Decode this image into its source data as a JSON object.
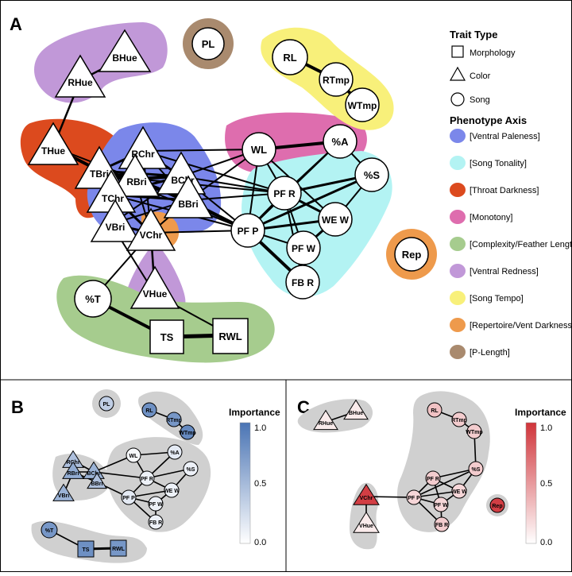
{
  "panels": {
    "a_label": "A",
    "b_label": "B",
    "c_label": "C"
  },
  "legend": {
    "trait_type_title": "Trait Type",
    "trait_types": [
      {
        "shape": "square",
        "label": "Morphology"
      },
      {
        "shape": "triangle",
        "label": "Color"
      },
      {
        "shape": "circle",
        "label": "Song"
      }
    ],
    "axis_title": "Phenotype Axis",
    "axes": [
      {
        "label": "[Ventral Paleness]",
        "color": "#7b87ea"
      },
      {
        "label": "[Song Tonality]",
        "color": "#b3f3f3"
      },
      {
        "label": "[Throat Darkness]",
        "color": "#dc4a1e"
      },
      {
        "label": "[Monotony]",
        "color": "#de6dae"
      },
      {
        "label": "[Complexity/Feather Length]",
        "color": "#a6cc8e"
      },
      {
        "label": "[Ventral Redness]",
        "color": "#c198d8"
      },
      {
        "label": "[Song Tempo]",
        "color": "#f8f07a"
      },
      {
        "label": "[Repertoire/Vent Darkness]",
        "color": "#ee9a4c"
      },
      {
        "label": "[P-Length]",
        "color": "#a98a6e"
      }
    ]
  },
  "network_a": {
    "nodes": [
      {
        "id": "PL",
        "label": "PL",
        "shape": "circle"
      },
      {
        "id": "BHue",
        "label": "BHue",
        "shape": "triangle"
      },
      {
        "id": "RHue",
        "label": "RHue",
        "shape": "triangle"
      },
      {
        "id": "RL",
        "label": "RL",
        "shape": "circle"
      },
      {
        "id": "RTmp",
        "label": "RTmp",
        "shape": "circle"
      },
      {
        "id": "WTmp",
        "label": "WTmp",
        "shape": "circle"
      },
      {
        "id": "THue",
        "label": "THue",
        "shape": "triangle"
      },
      {
        "id": "TBri",
        "label": "TBri",
        "shape": "triangle"
      },
      {
        "id": "RChr",
        "label": "RChr",
        "shape": "triangle"
      },
      {
        "id": "RBri",
        "label": "RBri",
        "shape": "triangle"
      },
      {
        "id": "BChr",
        "label": "BChr",
        "shape": "triangle"
      },
      {
        "id": "TChr",
        "label": "TChr",
        "shape": "triangle"
      },
      {
        "id": "BBri",
        "label": "BBri",
        "shape": "triangle"
      },
      {
        "id": "VBri",
        "label": "VBri",
        "shape": "triangle"
      },
      {
        "id": "VChr",
        "label": "VChr",
        "shape": "triangle"
      },
      {
        "id": "VHue",
        "label": "VHue",
        "shape": "triangle"
      },
      {
        "id": "WL",
        "label": "WL",
        "shape": "circle"
      },
      {
        "id": "PA",
        "label": "%A",
        "shape": "circle"
      },
      {
        "id": "PS",
        "label": "%S",
        "shape": "circle"
      },
      {
        "id": "PFR",
        "label": "PF R",
        "shape": "circle"
      },
      {
        "id": "WEW",
        "label": "WE W",
        "shape": "circle"
      },
      {
        "id": "PFP",
        "label": "PF P",
        "shape": "circle"
      },
      {
        "id": "PFW",
        "label": "PF W",
        "shape": "circle"
      },
      {
        "id": "FBR",
        "label": "FB R",
        "shape": "circle"
      },
      {
        "id": "Rep",
        "label": "Rep",
        "shape": "circle"
      },
      {
        "id": "PT",
        "label": "%T",
        "shape": "circle"
      },
      {
        "id": "TS",
        "label": "TS",
        "shape": "square"
      },
      {
        "id": "RWL",
        "label": "RWL",
        "shape": "square"
      }
    ]
  },
  "panel_b": {
    "colorbar_title": "Importance",
    "colorbar_ticks": [
      "1.0",
      "0.5",
      "0.0"
    ],
    "colorbar_high": "#4a74b4",
    "nodes": [
      {
        "label": "PL",
        "importance": 0.35
      },
      {
        "label": "RL",
        "importance": 0.8
      },
      {
        "label": "RTmp",
        "importance": 0.75
      },
      {
        "label": "WTmp",
        "importance": 0.85
      },
      {
        "label": "RChr",
        "importance": 0.45
      },
      {
        "label": "RBri",
        "importance": 0.6
      },
      {
        "label": "BChr",
        "importance": 0.55
      },
      {
        "label": "BBri",
        "importance": 0.45
      },
      {
        "label": "VBri",
        "importance": 0.55
      },
      {
        "label": "WL",
        "importance": 0.05
      },
      {
        "label": "%A",
        "importance": 0.15
      },
      {
        "label": "%S",
        "importance": 0.1
      },
      {
        "label": "PF R",
        "importance": 0.1
      },
      {
        "label": "WE W",
        "importance": 0.1
      },
      {
        "label": "PF P",
        "importance": 0.15
      },
      {
        "label": "PF W",
        "importance": 0.1
      },
      {
        "label": "FB R",
        "importance": 0.1
      },
      {
        "label": "%T",
        "importance": 0.75
      },
      {
        "label": "TS",
        "importance": 0.8
      },
      {
        "label": "RWL",
        "importance": 0.75
      }
    ]
  },
  "panel_c": {
    "colorbar_title": "Importance",
    "colorbar_ticks": [
      "1.0",
      "0.5",
      "0.0"
    ],
    "colorbar_high": "#d0343a",
    "nodes": [
      {
        "label": "BHue",
        "importance": 0.1
      },
      {
        "label": "RHue",
        "importance": 0.1
      },
      {
        "label": "RL",
        "importance": 0.3
      },
      {
        "label": "RTmp",
        "importance": 0.25
      },
      {
        "label": "WTmp",
        "importance": 0.25
      },
      {
        "label": "%S",
        "importance": 0.25
      },
      {
        "label": "PF R",
        "importance": 0.25
      },
      {
        "label": "WE W",
        "importance": 0.2
      },
      {
        "label": "PF P",
        "importance": 0.2
      },
      {
        "label": "PF W",
        "importance": 0.2
      },
      {
        "label": "FB R",
        "importance": 0.25
      },
      {
        "label": "VChr",
        "importance": 0.95
      },
      {
        "label": "VHue",
        "importance": 0.1
      },
      {
        "label": "Rep",
        "importance": 0.95
      }
    ]
  }
}
